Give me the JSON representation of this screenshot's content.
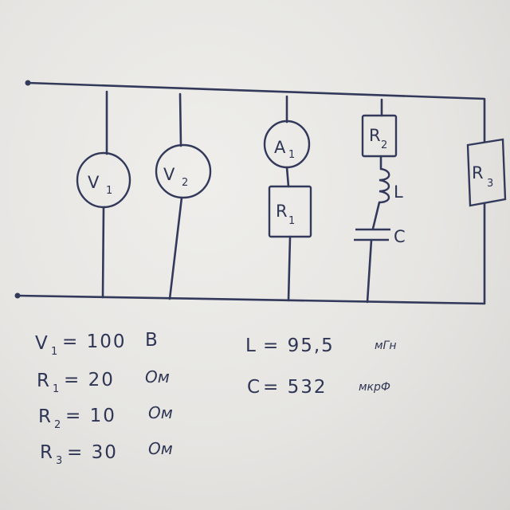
{
  "components": {
    "v1": {
      "letter": "V",
      "sub": "1"
    },
    "v2": {
      "letter": "V",
      "sub": "2"
    },
    "a1": {
      "letter": "A",
      "sub": "1"
    },
    "r1": {
      "letter": "R",
      "sub": "1"
    },
    "r2": {
      "letter": "R",
      "sub": "2"
    },
    "r3": {
      "letter": "R",
      "sub": "3"
    },
    "l": {
      "letter": "L"
    },
    "c": {
      "letter": "C"
    }
  },
  "given": [
    {
      "symbol": "V",
      "sub": "1",
      "value": "= 100",
      "unit": "B"
    },
    {
      "symbol": "R",
      "sub": "1",
      "value": "= 20",
      "unit": "Ом"
    },
    {
      "symbol": "R",
      "sub": "2",
      "value": "= 10",
      "unit": "Ом"
    },
    {
      "symbol": "R",
      "sub": "3",
      "value": "= 30",
      "unit": "Ом"
    },
    {
      "symbol": "L",
      "value": "= 95,5",
      "unit": "мГн"
    },
    {
      "symbol": "C",
      "value": "= 532",
      "unit": "мкрФ"
    }
  ]
}
